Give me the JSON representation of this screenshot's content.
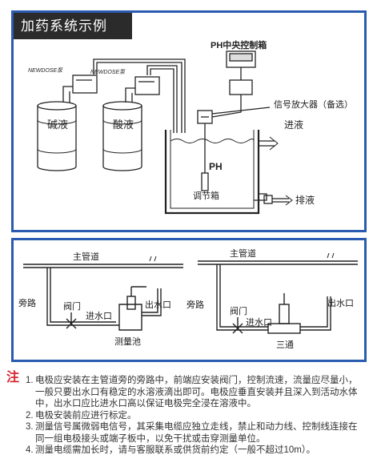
{
  "header": {
    "title": "加药系统示例"
  },
  "top_diagram": {
    "controller_label": "PH中央控制箱",
    "pump_left_label": "NEWDOSE泵",
    "pump_right_label": "NEWDOSE泵",
    "tank_alkali_label": "碱液",
    "tank_acid_label": "酸液",
    "amplifier_label": "信号放大器（备选）",
    "inlet_label": "进液",
    "ph_label": "PH",
    "mix_tank_label": "调节箱",
    "outlet_label": "排液"
  },
  "bottom_diagram": {
    "left": {
      "main_pipe_label": "主管道",
      "bypass_label": "旁路",
      "valve_label": "阀门",
      "inlet_label": "进水口",
      "outlet_label": "出水口",
      "pool_label": "测量池"
    },
    "right": {
      "main_pipe_label": "主管道",
      "bypass_label": "旁路",
      "valve_label": "阀门",
      "inlet_label": "进水口",
      "outlet_label": "出水口",
      "tee_label": "三通"
    }
  },
  "notes": {
    "marker": "注",
    "items": [
      {
        "num": "1.",
        "line1": "电极应安装在主管道旁的旁路中，前端应安装阀门，控制流速，流量应尽量小，",
        "line2": "一般只要出水口有稳定的水溶液滴出即可。电极应垂直安装并且深入到活动水体",
        "line3": "中，出水口应比进水口高以保证电极完全浸在溶液中。"
      },
      {
        "num": "2.",
        "line1": "电极安装前应进行标定。"
      },
      {
        "num": "3.",
        "line1": "测量信号属微弱电信号，其采集电缆应独立走线，禁止和动力线、控制线连接在",
        "line2": "同一组电极接头或端子板中，以免干扰或击穿测量单位。"
      },
      {
        "num": "4.",
        "line1": "测量电缆需加长时，请与客服联系或供货前约定（一般不超过10m）。"
      }
    ]
  },
  "colors": {
    "frame": "#2a5bb0",
    "title_bg": "#2b2b2b",
    "note_marker": "#d8262f"
  }
}
